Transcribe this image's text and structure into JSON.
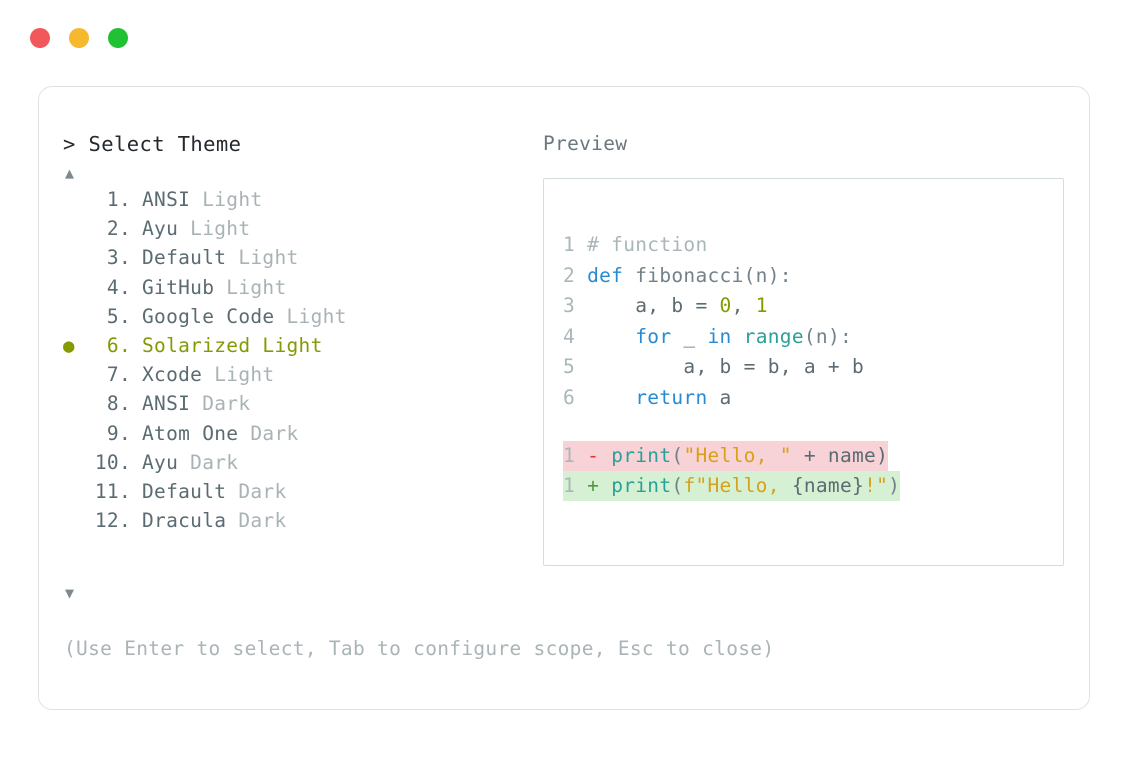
{
  "window": {
    "traffic_lights": [
      {
        "name": "close",
        "color": "#f2585b"
      },
      {
        "name": "minimize",
        "color": "#f5b82e"
      },
      {
        "name": "maximize",
        "color": "#21c134"
      }
    ]
  },
  "prompt": {
    "header": "> Select Theme",
    "scroll_up_icon": "▲",
    "scroll_down_icon": "▼",
    "selected_bullet": "●",
    "selected_index": 6,
    "accent_color": "#859900",
    "items": [
      {
        "number": "1.",
        "name": "ANSI",
        "variant": "Light"
      },
      {
        "number": "2.",
        "name": "Ayu",
        "variant": "Light"
      },
      {
        "number": "3.",
        "name": "Default",
        "variant": "Light"
      },
      {
        "number": "4.",
        "name": "GitHub",
        "variant": "Light"
      },
      {
        "number": "5.",
        "name": "Google Code",
        "variant": "Light"
      },
      {
        "number": "6.",
        "name": "Solarized",
        "variant": "Light"
      },
      {
        "number": "7.",
        "name": "Xcode",
        "variant": "Light"
      },
      {
        "number": "8.",
        "name": "ANSI",
        "variant": "Dark"
      },
      {
        "number": "9.",
        "name": "Atom One",
        "variant": "Dark"
      },
      {
        "number": "10.",
        "name": "Ayu",
        "variant": "Dark"
      },
      {
        "number": "11.",
        "name": "Default",
        "variant": "Dark"
      },
      {
        "number": "12.",
        "name": "Dracula",
        "variant": "Dark"
      }
    ],
    "hint": "(Use Enter to select, Tab to configure scope, Esc to close)"
  },
  "preview": {
    "label": "Preview",
    "code_lines": [
      {
        "ln": "1",
        "tokens": [
          {
            "t": "# function",
            "c": "comment"
          }
        ]
      },
      {
        "ln": "2",
        "tokens": [
          {
            "t": "def ",
            "c": "kw"
          },
          {
            "t": "fibonacci",
            "c": "fn"
          },
          {
            "t": "(n):",
            "c": "punct"
          }
        ]
      },
      {
        "ln": "3",
        "tokens": [
          {
            "t": "    a, b = ",
            "c": "plain"
          },
          {
            "t": "0",
            "c": "num"
          },
          {
            "t": ", ",
            "c": "plain"
          },
          {
            "t": "1",
            "c": "num"
          }
        ]
      },
      {
        "ln": "4",
        "tokens": [
          {
            "t": "    ",
            "c": "plain"
          },
          {
            "t": "for",
            "c": "kw"
          },
          {
            "t": " _ ",
            "c": "plain"
          },
          {
            "t": "in",
            "c": "kw"
          },
          {
            "t": " ",
            "c": "plain"
          },
          {
            "t": "range",
            "c": "builtin"
          },
          {
            "t": "(n):",
            "c": "punct"
          }
        ]
      },
      {
        "ln": "5",
        "tokens": [
          {
            "t": "        a, b = b, a + b",
            "c": "plain"
          }
        ]
      },
      {
        "ln": "6",
        "tokens": [
          {
            "t": "    ",
            "c": "plain"
          },
          {
            "t": "return",
            "c": "kw"
          },
          {
            "t": " a",
            "c": "plain"
          }
        ]
      }
    ],
    "diff_lines": [
      {
        "kind": "del",
        "ln": "1",
        "marker": "-",
        "tokens": [
          {
            "t": "print",
            "c": "builtin"
          },
          {
            "t": "(",
            "c": "punct"
          },
          {
            "t": "\"Hello, \"",
            "c": "str"
          },
          {
            "t": " + name)",
            "c": "plain"
          }
        ]
      },
      {
        "kind": "add",
        "ln": "1",
        "marker": "+",
        "tokens": [
          {
            "t": "print",
            "c": "builtin"
          },
          {
            "t": "(",
            "c": "punct"
          },
          {
            "t": "f\"Hello, ",
            "c": "str"
          },
          {
            "t": "{name}",
            "c": "plain"
          },
          {
            "t": "!\"",
            "c": "str"
          },
          {
            "t": ")",
            "c": "punct"
          }
        ]
      }
    ],
    "diff_del_bg": "#f7d2d6",
    "diff_add_bg": "#d6f0d3"
  }
}
